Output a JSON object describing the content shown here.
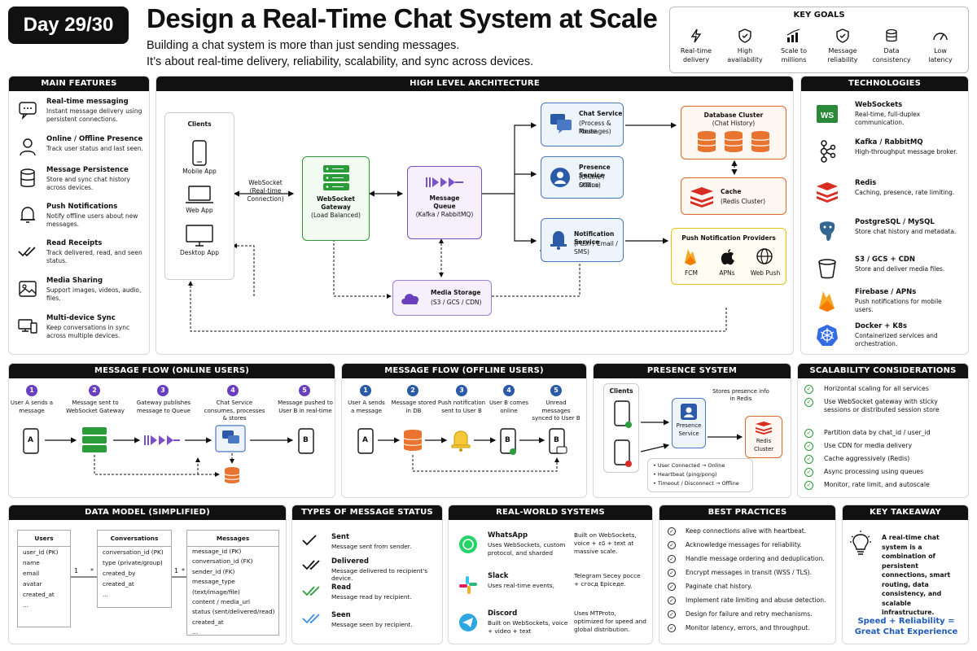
{
  "header": {
    "badge": "Day 29/30",
    "title": "Design a Real-Time Chat System at Scale",
    "subtitle_line1": "Building a chat system is more than just sending messages.",
    "subtitle_line2": "It’s about real-time delivery, reliability, scalability, and sync across devices."
  },
  "key_goals": {
    "title": "KEY GOALS",
    "items": [
      {
        "l1": "Real-time",
        "l2": "delivery",
        "icon": "lightning-icon"
      },
      {
        "l1": "High",
        "l2": "availability",
        "icon": "shield-icon"
      },
      {
        "l1": "Scale to",
        "l2": "millions",
        "icon": "scale-chart-icon"
      },
      {
        "l1": "Message",
        "l2": "reliability",
        "icon": "shield-check-icon"
      },
      {
        "l1": "Data",
        "l2": "consistency",
        "icon": "database-icon"
      },
      {
        "l1": "Low",
        "l2": "latency",
        "icon": "gauge-icon"
      }
    ]
  },
  "main_features": {
    "title": "MAIN FEATURES",
    "items": [
      {
        "title": "Real-time messaging",
        "desc": "Instant message delivery using persistent connections.",
        "icon": "chat-bubble-icon"
      },
      {
        "title": "Online / Offline Presence",
        "desc": "Track user status and last seen.",
        "icon": "user-icon"
      },
      {
        "title": "Message Persistence",
        "desc": "Store and sync chat history across devices.",
        "icon": "database-icon"
      },
      {
        "title": "Push Notifications",
        "desc": "Notify offline users about new messages.",
        "icon": "bell-icon"
      },
      {
        "title": "Read Receipts",
        "desc": "Track delivered, read, and seen status.",
        "icon": "double-check-icon"
      },
      {
        "title": "Media Sharing",
        "desc": "Support images, videos, audio, files.",
        "icon": "image-icon"
      },
      {
        "title": "Multi-device Sync",
        "desc": "Keep conversations in sync across multiple devices.",
        "icon": "devices-icon"
      }
    ]
  },
  "architecture": {
    "title": "HIGH LEVEL ARCHITECTURE",
    "clients_title": "Clients",
    "mobile": "Mobile App",
    "web": "Web App",
    "desktop": "Desktop App",
    "ws_l1": "WebSocket",
    "ws_l2": "(Real-time",
    "ws_l3": "Connection)",
    "gateway_l1": "WebSocket",
    "gateway_l2": "Gateway",
    "gateway_l3": "(Load Balanced)",
    "queue_l1": "Message",
    "queue_l2": "Queue",
    "queue_l3": "(Kafka / RabbitMQ)",
    "chat_title": "Chat Service",
    "chat_l2": "(Process & Route",
    "chat_l3": "Messages)",
    "presence_title": "Presence Service",
    "presence_l2": "(Online / Offline",
    "presence_l3": "Status)",
    "notif_title": "Notification Service",
    "notif_l2": "(Push / Email / SMS)",
    "db_title": "Database Cluster",
    "db_l2": "(Chat History)",
    "cache_title": "Cache",
    "cache_l2": "(Redis Cluster)",
    "push_title": "Push Notification Providers",
    "fcm": "FCM",
    "apns": "APNs",
    "webpush": "Web Push",
    "media_title": "Media Storage",
    "media_l2": "(S3 / GCS / CDN)"
  },
  "technologies": {
    "title": "TECHNOLOGIES",
    "items": [
      {
        "title": "WebSockets",
        "desc": "Real-time, full-duplex communication.",
        "icon": "ws-icon"
      },
      {
        "title": "Kafka / RabbitMQ",
        "desc": "High-throughput message broker.",
        "icon": "kafka-icon"
      },
      {
        "title": "Redis",
        "desc": "Caching, presence, rate limiting.",
        "icon": "redis-icon"
      },
      {
        "title": "PostgreSQL / MySQL",
        "desc": "Store chat history and metadata.",
        "icon": "postgres-icon"
      },
      {
        "title": "S3 / GCS + CDN",
        "desc": "Store and deliver media files.",
        "icon": "bucket-icon"
      },
      {
        "title": "Firebase / APNs",
        "desc": "Push notifications for mobile users.",
        "icon": "firebase-icon"
      },
      {
        "title": "Docker + K8s",
        "desc": "Containerized services and orchestration.",
        "icon": "kubernetes-icon"
      }
    ]
  },
  "flow_online": {
    "title": "MESSAGE FLOW (ONLINE USERS)",
    "steps": [
      {
        "n": "1",
        "text": "User A sends a message"
      },
      {
        "n": "2",
        "text": "Message sent to WebSocket Gateway"
      },
      {
        "n": "3",
        "text": "Gateway publishes message to Queue"
      },
      {
        "n": "4",
        "text": "Chat Service consumes, processes & stores"
      },
      {
        "n": "5",
        "text": "Message pushed to User B in real-time"
      }
    ],
    "phone_a": "A",
    "phone_b": "B"
  },
  "flow_offline": {
    "title": "MESSAGE FLOW (OFFLINE USERS)",
    "steps": [
      {
        "n": "1",
        "text": "User A sends a message"
      },
      {
        "n": "2",
        "text": "Message stored in DB"
      },
      {
        "n": "3",
        "text": "Push notification sent to User B"
      },
      {
        "n": "4",
        "text": "User B comes online"
      },
      {
        "n": "5",
        "text": "Unread messages synced to User B"
      }
    ],
    "phone_a": "A",
    "phone_b": "B"
  },
  "presence": {
    "title": "PRESENCE SYSTEM",
    "clients": "Clients",
    "stores": "Stores presence info in Redis",
    "service_l1": "Presence",
    "service_l2": "Service",
    "redis_l1": "Redis",
    "redis_l2": "Cluster",
    "legend": [
      {
        "a": "User Connected",
        "b": "Online"
      },
      {
        "a": "Heartbeat (ping/pong)",
        "b": ""
      },
      {
        "a": "Timeout / Disconnect",
        "b": "Offline"
      }
    ]
  },
  "scalability": {
    "title": "SCALABILITY CONSIDERATIONS",
    "items": [
      "Horizontal scaling for all services",
      "Use WebSocket gateway with sticky sessions or distributed session store",
      "Partition data by chat_id / user_id",
      "Use CDN for media delivery",
      "Cache aggressively (Redis)",
      "Async processing using queues",
      "Monitor, rate limit, and autoscale"
    ]
  },
  "data_model": {
    "title": "DATA MODEL (SIMPLIFIED)",
    "users": {
      "name": "Users",
      "fields": [
        "user_id (PK)",
        "name",
        "email",
        "avatar",
        "created_at",
        "..."
      ]
    },
    "conversations": {
      "name": "Conversations",
      "fields": [
        "conversation_id (PK)",
        "type (private/group)",
        "created_by",
        "created_at",
        "..."
      ]
    },
    "messages": {
      "name": "Messages",
      "fields": [
        "message_id (PK)",
        "conversation_id (FK)",
        "sender_id (FK)",
        "message_type (text/image/file)",
        "content / media_url",
        "status (sent/delivered/read)",
        "created_at",
        "..."
      ]
    },
    "rel1_a": "1",
    "rel1_b": "*",
    "rel2_a": "1",
    "rel2_b": "*"
  },
  "message_status": {
    "title": "TYPES OF MESSAGE STATUS",
    "items": [
      {
        "title": "Sent",
        "desc": "Message sent from sender.",
        "icon": "check-icon"
      },
      {
        "title": "Delivered",
        "desc": "Message delivered to recipient's device.",
        "icon": "double-check-icon"
      },
      {
        "title": "Read",
        "desc": "Message read by recipient.",
        "icon": "double-check-green-icon"
      },
      {
        "title": "Seen",
        "desc": "Message seen by recipient.",
        "icon": "double-check-blue-icon"
      }
    ]
  },
  "real_world": {
    "title": "REAL-WORLD SYSTEMS",
    "items": [
      {
        "title": "WhatsApp",
        "desc": "Uses WebSockets, custom protocol, and sharded",
        "desc2": "Built on WebSockets, voice + εδ + text at massive scale.",
        "icon": "whatsapp-icon"
      },
      {
        "title": "Slack",
        "desc": "Uses real-time events,",
        "desc2": "Telegram Ѕесеу россе + сгосд Εріседе.",
        "icon": "slack-icon"
      },
      {
        "title": "Discord",
        "desc": "Built on WebSockets, voice + video + text",
        "desc2": "Uses MTProto, optimized for speed and global distribution.",
        "icon": "telegram-icon"
      }
    ]
  },
  "best_practices": {
    "title": "BEST PRACTICES",
    "items": [
      "Keep connections alive with heartbeat.",
      "Acknowledge messages for reliability.",
      "Handle message ordering and deduplication.",
      "Encrypt messages in transit (WSS / TLS).",
      "Paginate chat history.",
      "Implement rate limiting and abuse detection.",
      "Design for failure and retry mechanisms.",
      "Monitor latency, errors, and throughput."
    ]
  },
  "takeaway": {
    "title": "KEY TAKEAWAY",
    "text": "A real-time chat system is a combination of persistent connections, smart routing, data consistency, and scalable infrastructure.",
    "footer_l1": "Speed + Reliability =",
    "footer_l2": "Great Chat Experience"
  }
}
